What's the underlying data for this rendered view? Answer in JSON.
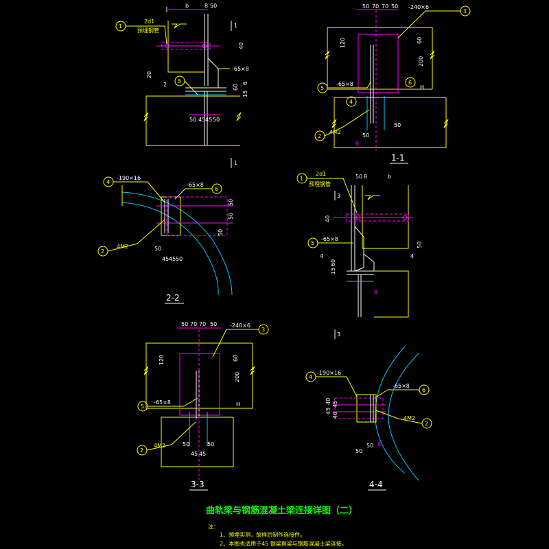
{
  "title": "曲轨梁与钢筋混凝土梁连接详图（二）",
  "notes": {
    "heading": "注：",
    "lines": [
      "1、预埋实测，故样后制作连接件。",
      "2、本图也适用于45  钢梁直梁与钢筋混凝土梁连接。"
    ]
  },
  "views": {
    "elevation_a": {
      "section_marks": [
        "1",
        "1"
      ],
      "dims": [
        "b",
        "8",
        "50",
        "40",
        "20",
        "2",
        "60",
        "15",
        "6",
        "50",
        "45",
        "45",
        "50"
      ],
      "labels": [
        "2d1",
        "预埋钢管",
        "-65×8"
      ],
      "callouts": [
        "1",
        "5"
      ]
    },
    "section_1_1": {
      "title": "1-1",
      "dims": [
        "50",
        "70",
        "70",
        "50",
        "120",
        "60",
        "200",
        "H",
        "50",
        "50"
      ],
      "labels": [
        "-240×6",
        "-65×8",
        "4M2",
        "8"
      ],
      "callouts": [
        "3",
        "5",
        "4",
        "6",
        "2"
      ]
    },
    "section_2_2": {
      "title": "2-2",
      "dims": [
        "50",
        "50",
        "50",
        "50",
        "45",
        "45",
        "50"
      ],
      "labels": [
        "-190×16",
        "-65×8",
        "4M2"
      ],
      "callouts": [
        "4",
        "6",
        "2"
      ]
    },
    "elevation_b": {
      "section_marks": [
        "3",
        "3"
      ],
      "dims": [
        "50",
        "8",
        "b",
        "40",
        "50",
        "4",
        "4",
        "15",
        "60"
      ],
      "labels": [
        "2d1",
        "预埋钢管",
        "-65×8",
        "8"
      ],
      "callouts": [
        "1",
        "5"
      ]
    },
    "section_3_3": {
      "title": "3-3",
      "dims": [
        "50",
        "70",
        "70",
        "50",
        "120",
        "60",
        "200",
        "H",
        "50",
        "45",
        "45",
        "50"
      ],
      "labels": [
        "-240×6",
        "-65×8",
        "4M2"
      ],
      "callouts": [
        "3",
        "5",
        "2"
      ]
    },
    "section_4_4": {
      "title": "4-4",
      "dims": [
        "40",
        "45",
        "45",
        "40",
        "50",
        "50"
      ],
      "labels": [
        "-190×16",
        "-65×8",
        "4M2",
        "8"
      ],
      "callouts": [
        "4",
        "6",
        "2"
      ]
    }
  }
}
